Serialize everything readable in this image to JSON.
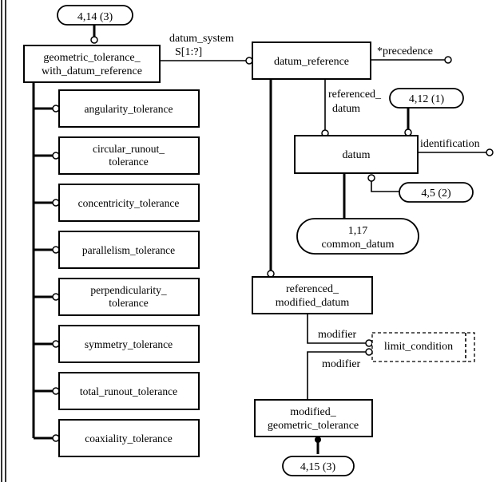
{
  "page_refs": {
    "top": "4,14 (3)",
    "datum_ref": "4,12 (1)",
    "datum_id": "4,5 (2)",
    "bottom": "4,15 (3)"
  },
  "entities": {
    "gtwdr": [
      "geometric_tolerance_",
      "with_datum_reference"
    ],
    "datum_reference": "datum_reference",
    "datum": "datum",
    "common_datum": [
      "1,17",
      "common_datum"
    ],
    "referenced_modified_datum": [
      "referenced_",
      "modified_datum"
    ],
    "limit_condition": "limit_condition",
    "modified_geometric_tolerance": [
      "modified_",
      "geometric_tolerance"
    ]
  },
  "subtypes": [
    [
      "angularity_tolerance"
    ],
    [
      "circular_runout_",
      "tolerance"
    ],
    [
      "concentricity_tolerance"
    ],
    [
      "parallelism_tolerance"
    ],
    [
      "perpendicularity_",
      "tolerance"
    ],
    [
      "symmetry_tolerance"
    ],
    [
      "total_runout_tolerance"
    ],
    [
      "coaxiality_tolerance"
    ]
  ],
  "relations": {
    "datum_system": [
      "datum_system",
      "S[1:?]"
    ],
    "precedence": "*precedence",
    "referenced_datum": [
      "referenced_",
      "datum"
    ],
    "identification": "identification",
    "modifier_rmd": "modifier",
    "modifier_mgt": "modifier"
  }
}
